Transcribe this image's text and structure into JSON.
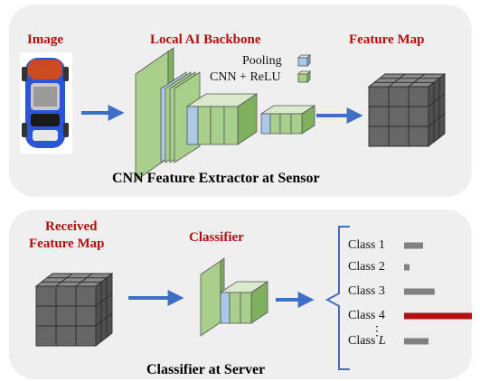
{
  "top_panel": {
    "image_label": "Image",
    "backbone_label": "Local AI Backbone",
    "feature_map_label": "Feature Map",
    "caption": "CNN Feature Extractor at Sensor",
    "legend": {
      "pooling": "Pooling",
      "cnn_relu": "CNN + ReLU"
    }
  },
  "bottom_panel": {
    "received_line1": "Received",
    "received_line2": "Feature Map",
    "classifier_label": "Classifier",
    "caption": "Classifier at Server",
    "classes": [
      "Class 1",
      "Class 2",
      "Class 3",
      "Class 4",
      "⋮",
      "Class L"
    ],
    "class_scores": [
      0.28,
      0.08,
      0.45,
      1.0,
      null,
      0.36
    ]
  },
  "colors": {
    "title_red": "#b30d0d",
    "layer_green": "#a9cf8c",
    "pool_blue": "#a9c9e6",
    "cube_gray": "#666666",
    "arrow_blue": "#3e6fc4",
    "bar_gray": "#808080",
    "bar_highlight": "#b01111"
  }
}
